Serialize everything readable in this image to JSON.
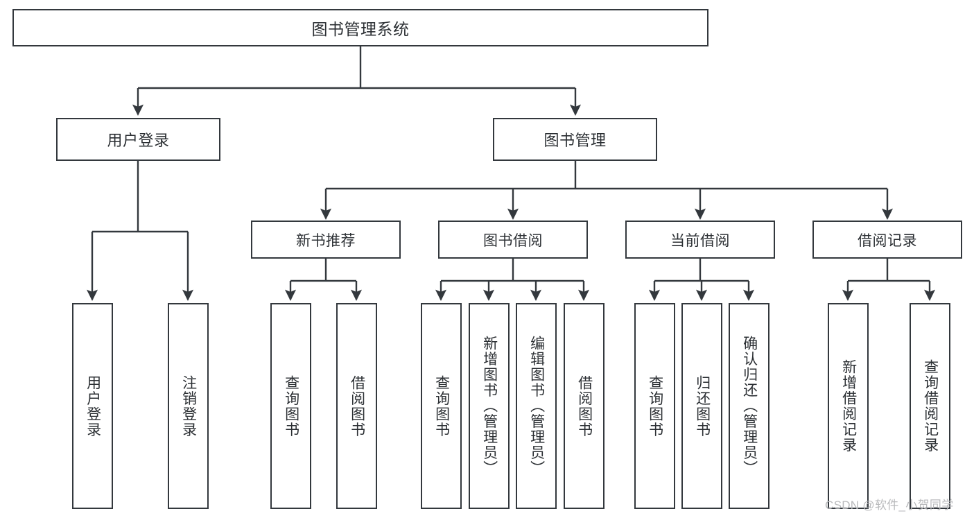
{
  "diagram": {
    "title": "图书管理系统",
    "type": "hierarchy-tree",
    "stroke_color": "#33383d",
    "background_color": "#ffffff",
    "text_color": "#2b2f33",
    "root": {
      "id": "root",
      "label": "图书管理系统"
    },
    "level2": [
      {
        "id": "user-login",
        "label": "用户登录"
      },
      {
        "id": "book-management",
        "label": "图书管理"
      }
    ],
    "level3": [
      {
        "id": "new-book-recommend",
        "label": "新书推荐",
        "parent": "book-management"
      },
      {
        "id": "book-borrow",
        "label": "图书借阅",
        "parent": "book-management"
      },
      {
        "id": "current-borrow",
        "label": "当前借阅",
        "parent": "book-management"
      },
      {
        "id": "borrow-record",
        "label": "借阅记录",
        "parent": "book-management"
      }
    ],
    "leaves": [
      {
        "id": "leaf-user-login",
        "label": "用户登录",
        "parent": "user-login"
      },
      {
        "id": "leaf-logout-login",
        "label": "注销登录",
        "parent": "user-login"
      },
      {
        "id": "leaf-query-book-1",
        "label": "查询图书",
        "parent": "new-book-recommend"
      },
      {
        "id": "leaf-borrow-book-1",
        "label": "借阅图书",
        "parent": "new-book-recommend"
      },
      {
        "id": "leaf-query-book-2",
        "label": "查询图书",
        "parent": "book-borrow"
      },
      {
        "id": "leaf-add-book",
        "label": "新增图书（管理员）",
        "parent": "book-borrow"
      },
      {
        "id": "leaf-edit-book",
        "label": "编辑图书（管理员）",
        "parent": "book-borrow"
      },
      {
        "id": "leaf-borrow-book-2",
        "label": "借阅图书",
        "parent": "book-borrow"
      },
      {
        "id": "leaf-query-book-3",
        "label": "查询图书",
        "parent": "current-borrow"
      },
      {
        "id": "leaf-return-book",
        "label": "归还图书",
        "parent": "current-borrow"
      },
      {
        "id": "leaf-confirm-return",
        "label": "确认归还（管理员）",
        "parent": "current-borrow"
      },
      {
        "id": "leaf-add-record",
        "label": "新增借阅记录",
        "parent": "borrow-record"
      },
      {
        "id": "leaf-query-record",
        "label": "查询借阅记录",
        "parent": "borrow-record"
      }
    ],
    "watermark": "CSDN @软件_小贺同学"
  }
}
